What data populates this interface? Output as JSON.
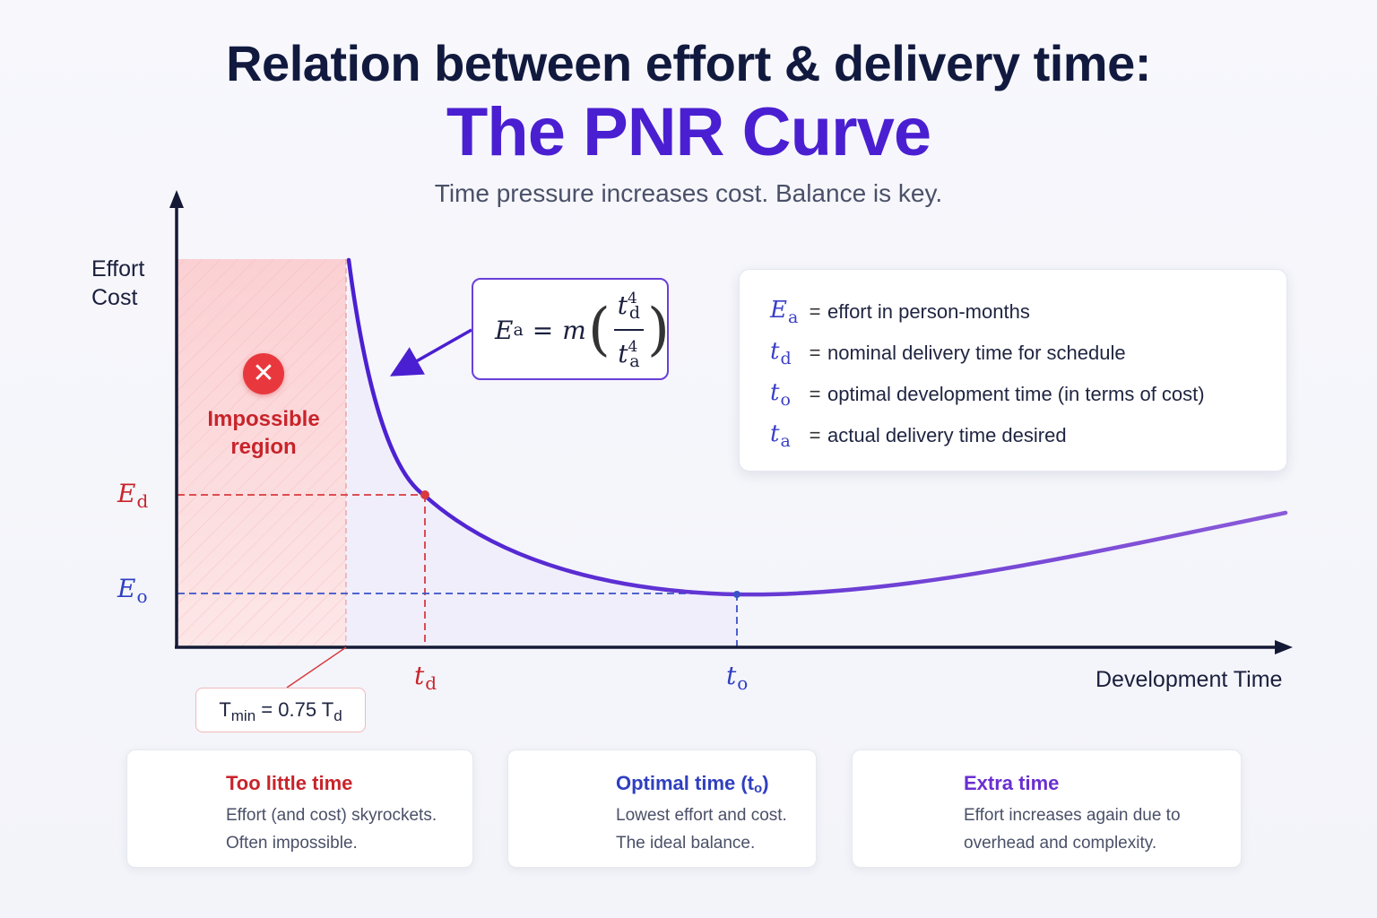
{
  "header": {
    "title_line1": "Relation between effort & delivery time:",
    "title_line2": "The PNR Curve",
    "subtitle": "Time pressure increases cost. Balance is key."
  },
  "axes": {
    "y_label_line1": "Effort",
    "y_label_line2": "Cost",
    "x_label": "Development Time",
    "y_ticks": [
      {
        "base": "E",
        "sub": "d"
      },
      {
        "base": "E",
        "sub": "o"
      }
    ],
    "x_ticks": [
      {
        "base": "t",
        "sub": "d"
      },
      {
        "base": "t",
        "sub": "o"
      }
    ]
  },
  "impossible_region": {
    "label_line1": "Impossible",
    "label_line2": "region",
    "icon": "x-circle-icon"
  },
  "formula": {
    "lhs": "E",
    "lhs_sub": "a",
    "eq": "=",
    "coef": "m",
    "num": "t",
    "num_sub": "d",
    "num_exp": "4",
    "den": "t",
    "den_sub": "a",
    "den_exp": "4"
  },
  "legend": [
    {
      "base": "E",
      "sub": "a",
      "eq": "=",
      "desc": "effort in person-months"
    },
    {
      "base": "t",
      "sub": "d",
      "eq": "=",
      "desc": "nominal delivery time for schedule"
    },
    {
      "base": "t",
      "sub": "o",
      "eq": "=",
      "desc": "optimal development time (in terms of cost)"
    },
    {
      "base": "t",
      "sub": "a",
      "eq": "=",
      "desc": "actual delivery time desired"
    }
  ],
  "tmin": {
    "base": "T",
    "sub": "min",
    "mid": " = 0.75 T",
    "sub2": "d"
  },
  "cards": [
    {
      "icon": "stopwatch-icon",
      "title": "Too little time",
      "title_sub": "",
      "title_end": "",
      "line1": "Effort (and cost) skyrockets.",
      "line2": "Often impossible.",
      "color": "#c8242b"
    },
    {
      "icon": "target-icon",
      "title": "Optimal time (t",
      "title_sub": "o",
      "title_end": ")",
      "line1": "Lowest effort and cost.",
      "line2": "The ideal balance.",
      "color": "#2f3fc0"
    },
    {
      "icon": "trending-up-icon",
      "title": "Extra time",
      "title_sub": "",
      "title_end": "",
      "line1": "Effort increases again due to",
      "line2": "overhead and complexity.",
      "color": "#6a2fd0"
    }
  ],
  "colors": {
    "curve": "#5a2ed8",
    "impossible_fill": "#fbd3d6",
    "dashed_red": "#d83a3f",
    "dashed_blue": "#3a52c8",
    "axis": "#141a36"
  }
}
